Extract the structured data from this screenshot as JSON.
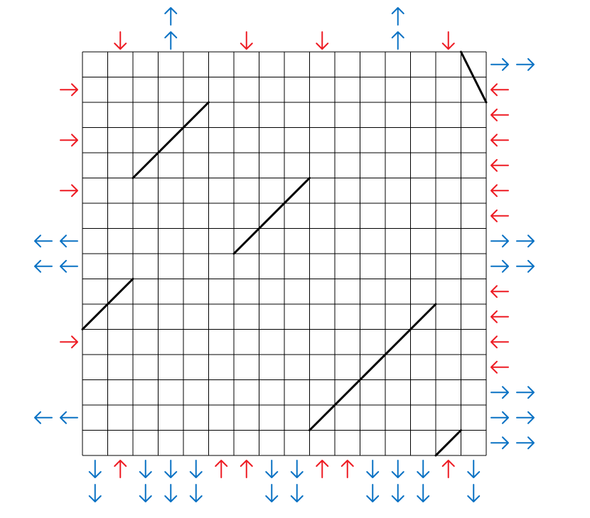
{
  "puzzle": {
    "rows": 16,
    "cols": 16,
    "colors": {
      "red": "#ee1c24",
      "blue": "#0a72c4",
      "grid": "#000000",
      "mirror": "#000000"
    },
    "mirrors": [
      {
        "type": "backslash",
        "from": [
          15,
          0
        ],
        "to": [
          16,
          2
        ]
      },
      {
        "type": "slash",
        "from": [
          2,
          5
        ],
        "to": [
          5,
          2
        ]
      },
      {
        "type": "slash",
        "from": [
          6,
          8
        ],
        "to": [
          9,
          5
        ]
      },
      {
        "type": "slash",
        "from": [
          0,
          11
        ],
        "to": [
          2,
          9
        ]
      },
      {
        "type": "slash",
        "from": [
          9,
          15
        ],
        "to": [
          14,
          10
        ]
      },
      {
        "type": "slash",
        "from": [
          14,
          16
        ],
        "to": [
          15,
          15
        ]
      }
    ],
    "top": [
      {
        "col": 1,
        "arrows": [
          {
            "dir": "down",
            "color": "red"
          }
        ]
      },
      {
        "col": 3,
        "arrows": [
          {
            "dir": "up",
            "color": "blue"
          },
          {
            "dir": "up",
            "color": "blue"
          }
        ]
      },
      {
        "col": 6,
        "arrows": [
          {
            "dir": "down",
            "color": "red"
          }
        ]
      },
      {
        "col": 9,
        "arrows": [
          {
            "dir": "down",
            "color": "red"
          }
        ]
      },
      {
        "col": 12,
        "arrows": [
          {
            "dir": "up",
            "color": "blue"
          },
          {
            "dir": "up",
            "color": "blue"
          }
        ]
      },
      {
        "col": 14,
        "arrows": [
          {
            "dir": "down",
            "color": "red"
          }
        ]
      }
    ],
    "bottom": [
      {
        "col": 0,
        "arrows": [
          {
            "dir": "down",
            "color": "blue"
          },
          {
            "dir": "down",
            "color": "blue"
          }
        ]
      },
      {
        "col": 1,
        "arrows": [
          {
            "dir": "up",
            "color": "red"
          }
        ]
      },
      {
        "col": 2,
        "arrows": [
          {
            "dir": "down",
            "color": "blue"
          },
          {
            "dir": "down",
            "color": "blue"
          }
        ]
      },
      {
        "col": 3,
        "arrows": [
          {
            "dir": "down",
            "color": "blue"
          },
          {
            "dir": "down",
            "color": "blue"
          }
        ]
      },
      {
        "col": 4,
        "arrows": [
          {
            "dir": "down",
            "color": "blue"
          },
          {
            "dir": "down",
            "color": "blue"
          }
        ]
      },
      {
        "col": 5,
        "arrows": [
          {
            "dir": "up",
            "color": "red"
          }
        ]
      },
      {
        "col": 6,
        "arrows": [
          {
            "dir": "up",
            "color": "red"
          }
        ]
      },
      {
        "col": 7,
        "arrows": [
          {
            "dir": "down",
            "color": "blue"
          },
          {
            "dir": "down",
            "color": "blue"
          }
        ]
      },
      {
        "col": 8,
        "arrows": [
          {
            "dir": "down",
            "color": "blue"
          },
          {
            "dir": "down",
            "color": "blue"
          }
        ]
      },
      {
        "col": 9,
        "arrows": [
          {
            "dir": "up",
            "color": "red"
          }
        ]
      },
      {
        "col": 10,
        "arrows": [
          {
            "dir": "up",
            "color": "red"
          }
        ]
      },
      {
        "col": 11,
        "arrows": [
          {
            "dir": "down",
            "color": "blue"
          },
          {
            "dir": "down",
            "color": "blue"
          }
        ]
      },
      {
        "col": 12,
        "arrows": [
          {
            "dir": "down",
            "color": "blue"
          },
          {
            "dir": "down",
            "color": "blue"
          }
        ]
      },
      {
        "col": 13,
        "arrows": [
          {
            "dir": "down",
            "color": "blue"
          },
          {
            "dir": "down",
            "color": "blue"
          }
        ]
      },
      {
        "col": 14,
        "arrows": [
          {
            "dir": "up",
            "color": "red"
          }
        ]
      },
      {
        "col": 15,
        "arrows": [
          {
            "dir": "down",
            "color": "blue"
          },
          {
            "dir": "down",
            "color": "blue"
          }
        ]
      }
    ],
    "left": [
      {
        "row": 1,
        "arrows": [
          {
            "dir": "right",
            "color": "red"
          }
        ]
      },
      {
        "row": 3,
        "arrows": [
          {
            "dir": "right",
            "color": "red"
          }
        ]
      },
      {
        "row": 5,
        "arrows": [
          {
            "dir": "right",
            "color": "red"
          }
        ]
      },
      {
        "row": 7,
        "arrows": [
          {
            "dir": "left",
            "color": "blue"
          },
          {
            "dir": "left",
            "color": "blue"
          }
        ]
      },
      {
        "row": 8,
        "arrows": [
          {
            "dir": "left",
            "color": "blue"
          },
          {
            "dir": "left",
            "color": "blue"
          }
        ]
      },
      {
        "row": 11,
        "arrows": [
          {
            "dir": "right",
            "color": "red"
          }
        ]
      },
      {
        "row": 14,
        "arrows": [
          {
            "dir": "left",
            "color": "blue"
          },
          {
            "dir": "left",
            "color": "blue"
          }
        ]
      }
    ],
    "right": [
      {
        "row": 0,
        "arrows": [
          {
            "dir": "right",
            "color": "blue"
          },
          {
            "dir": "right",
            "color": "blue"
          }
        ]
      },
      {
        "row": 1,
        "arrows": [
          {
            "dir": "left",
            "color": "red"
          }
        ]
      },
      {
        "row": 2,
        "arrows": [
          {
            "dir": "left",
            "color": "red"
          }
        ]
      },
      {
        "row": 3,
        "arrows": [
          {
            "dir": "left",
            "color": "red"
          }
        ]
      },
      {
        "row": 4,
        "arrows": [
          {
            "dir": "left",
            "color": "red"
          }
        ]
      },
      {
        "row": 5,
        "arrows": [
          {
            "dir": "left",
            "color": "red"
          }
        ]
      },
      {
        "row": 6,
        "arrows": [
          {
            "dir": "left",
            "color": "red"
          }
        ]
      },
      {
        "row": 7,
        "arrows": [
          {
            "dir": "right",
            "color": "blue"
          },
          {
            "dir": "right",
            "color": "blue"
          }
        ]
      },
      {
        "row": 8,
        "arrows": [
          {
            "dir": "right",
            "color": "blue"
          },
          {
            "dir": "right",
            "color": "blue"
          }
        ]
      },
      {
        "row": 9,
        "arrows": [
          {
            "dir": "left",
            "color": "red"
          }
        ]
      },
      {
        "row": 10,
        "arrows": [
          {
            "dir": "left",
            "color": "red"
          }
        ]
      },
      {
        "row": 11,
        "arrows": [
          {
            "dir": "left",
            "color": "red"
          }
        ]
      },
      {
        "row": 12,
        "arrows": [
          {
            "dir": "left",
            "color": "red"
          }
        ]
      },
      {
        "row": 13,
        "arrows": [
          {
            "dir": "right",
            "color": "blue"
          },
          {
            "dir": "right",
            "color": "blue"
          }
        ]
      },
      {
        "row": 14,
        "arrows": [
          {
            "dir": "right",
            "color": "blue"
          },
          {
            "dir": "right",
            "color": "blue"
          }
        ]
      },
      {
        "row": 15,
        "arrows": [
          {
            "dir": "right",
            "color": "blue"
          },
          {
            "dir": "right",
            "color": "blue"
          }
        ]
      }
    ]
  }
}
